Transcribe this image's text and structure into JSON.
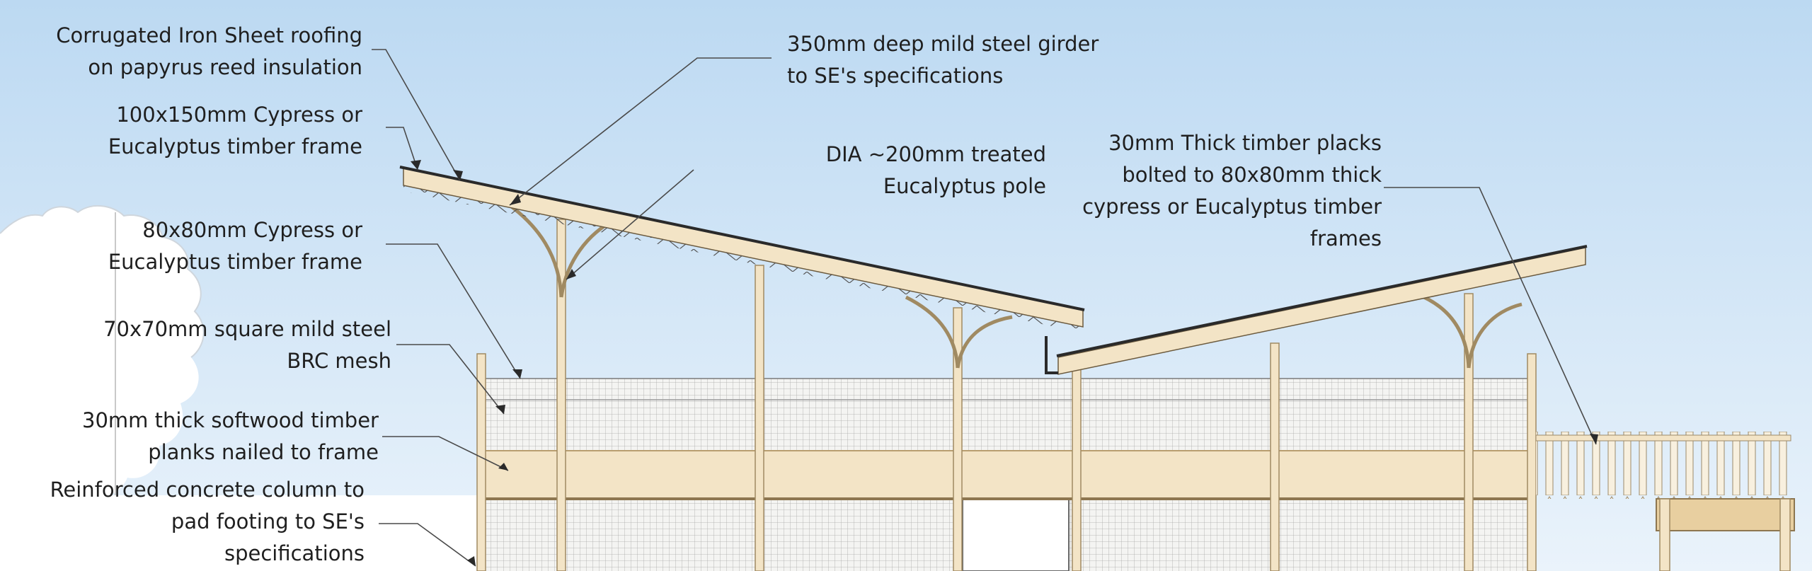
{
  "title": "",
  "colors": {
    "sky_top": "#bcd9f2",
    "sky_bottom": "#eaf3fb",
    "timber": "#f3e4c6",
    "timber_edge": "#b89e70",
    "steel": "#2a2a2a",
    "mesh": "#9a9a9a",
    "label_text": "#1f1f1f",
    "leader_line": "#4a4a4a",
    "tree": "#ffffff"
  },
  "labels": [
    {
      "id": "roofing",
      "lines": [
        "Corrugated Iron Sheet roofing",
        "on papyrus reed insulation"
      ]
    },
    {
      "id": "timber-frame-100x150",
      "lines": [
        "100x150mm Cypress or",
        "Eucalyptus timber frame"
      ]
    },
    {
      "id": "timber-frame-80x80",
      "lines": [
        "80x80mm Cypress or",
        "Eucalyptus timber frame"
      ]
    },
    {
      "id": "brc-mesh",
      "lines": [
        "70x70mm square mild steel",
        "BRC mesh"
      ]
    },
    {
      "id": "softwood-planks",
      "lines": [
        "30mm thick softwood timber",
        "planks nailed to frame"
      ]
    },
    {
      "id": "concrete-column",
      "lines": [
        "Reinforced concrete column to",
        "pad footing to SE's",
        "specifications"
      ]
    },
    {
      "id": "steel-girder",
      "lines": [
        "350mm deep mild steel girder",
        "to SE's specifications"
      ]
    },
    {
      "id": "eucalyptus-pole",
      "lines": [
        "DIA ~200mm treated",
        "Eucalyptus pole"
      ]
    },
    {
      "id": "timber-placks",
      "lines": [
        "30mm Thick timber placks",
        "bolted to 80x80mm thick",
        "cypress or Eucalyptus timber",
        "frames"
      ]
    }
  ]
}
